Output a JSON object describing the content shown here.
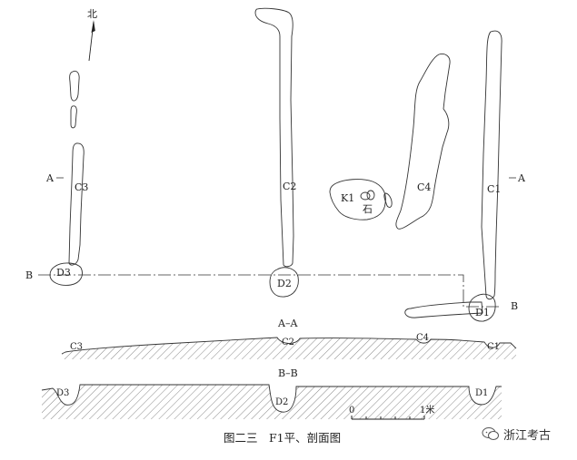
{
  "north_arrow": {
    "label": "北"
  },
  "plan": {
    "features": [
      "C1",
      "C2",
      "C3",
      "C4",
      "D1",
      "D2",
      "D3",
      "K1"
    ],
    "stone_label": "石",
    "section_markers": {
      "a_left": "A",
      "a_right": "A",
      "b_left": "B",
      "b_right": "B"
    }
  },
  "sections": [
    {
      "title": "A–A",
      "labels": [
        "C3",
        "C2",
        "C4",
        "C1"
      ]
    },
    {
      "title": "B–B",
      "labels": [
        "D3",
        "D2",
        "D1"
      ]
    }
  ],
  "scale": {
    "start": "0",
    "end": "1米"
  },
  "caption": "图二三　F1平、剖面图",
  "watermark": "浙江考古"
}
